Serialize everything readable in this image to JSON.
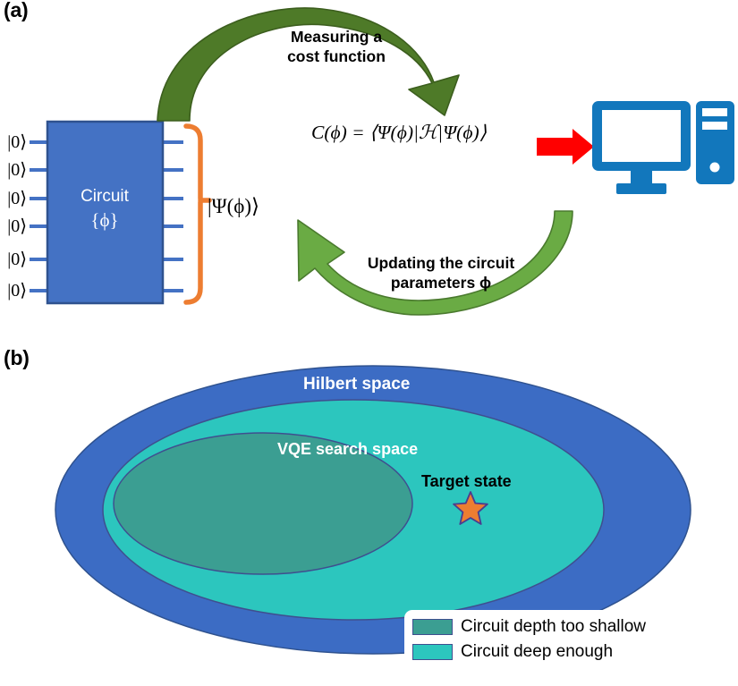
{
  "panels": {
    "a": {
      "label": "(a)"
    },
    "b": {
      "label": "(b)"
    }
  },
  "panel_a": {
    "qubit_kets": [
      "|0⟩",
      "|0⟩",
      "|0⟩",
      "|0⟩",
      "|0⟩",
      "|0⟩"
    ],
    "circuit_box": {
      "name": "Circuit",
      "parameters": "{ϕ}",
      "fill_color": "#4472C4",
      "border_color": "#2F528F",
      "text_color": "#FFFFFF"
    },
    "output_state_label": "|Ψ(ϕ)⟩",
    "bracket_color": "#ED7D31",
    "wire_color": "#4472C4",
    "top_arrow": {
      "caption": "Measuring a\ncost function",
      "color": "#4E7A28",
      "direction": "clockwise-down-right"
    },
    "bottom_arrow": {
      "caption": "Updating the circuit\nparameters ϕ",
      "color": "#6AAB44",
      "direction": "counterclockwise-up-left"
    },
    "cost_function": {
      "latex_text": "C(ϕ) = ⟨Ψ(ϕ)|ℋ|Ψ(ϕ)⟩",
      "symbol_C": "C",
      "phi": "ϕ",
      "bra": "⟨Ψ(ϕ)|",
      "hamiltonian": "ℋ",
      "ket": "|Ψ(ϕ)⟩"
    },
    "red_arrow": {
      "name": "result-to-computer-arrow",
      "color": "#FF0000"
    },
    "computer_icon": {
      "name": "classical-computer-icon",
      "color": "#1277BC",
      "screen_color": "#FFFFFF"
    }
  },
  "panel_b": {
    "regions": [
      {
        "id": "hilbert-space",
        "label": "Hilbert space",
        "fill_color": "#3C6CC4",
        "border_color": "#2F528F"
      },
      {
        "id": "vqe-search-space",
        "label": "VQE search space",
        "fill_color": "#2CC6BE",
        "border_color": "#3F4F8F"
      },
      {
        "id": "circuit-too-shallow",
        "label": "",
        "fill_color": "#3B9E92",
        "border_color": "#3F4F8F"
      }
    ],
    "target_state": {
      "label": "Target state",
      "marker": "star",
      "fill_color": "#ED7D31",
      "border_color": "#4B3C8F"
    },
    "legend": {
      "items": [
        {
          "label": "Circuit depth too shallow",
          "color": "#3B9E92"
        },
        {
          "label": "Circuit deep enough",
          "color": "#2CC6BE"
        }
      ]
    }
  }
}
